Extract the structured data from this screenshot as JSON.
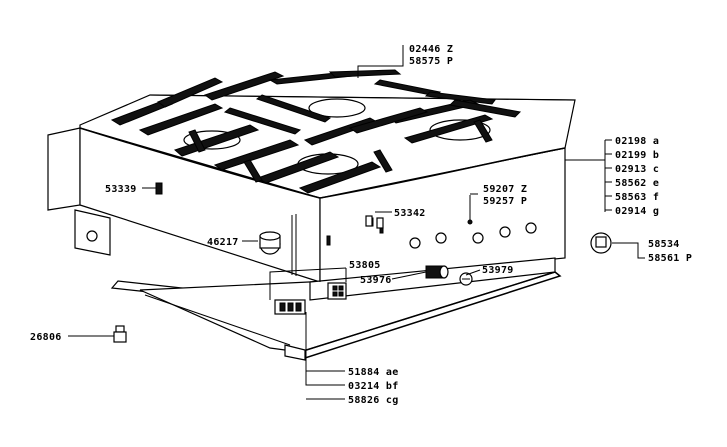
{
  "diagram": {
    "parts": {
      "grates": [
        "02446 Z",
        "58575 P"
      ],
      "side_right": [
        "02198 a",
        "02199 b",
        "02913 c",
        "58562 e",
        "58563 f",
        "02914 g"
      ],
      "side_screw": "53339",
      "clip": "53342",
      "thermo": [
        "59207 Z",
        "59257 P"
      ],
      "knob_cap": "46217",
      "knob": [
        "58534",
        "58561 P"
      ],
      "ignition": "53805",
      "igniter": "53976",
      "valve": "53979",
      "foot": "26806",
      "switch": [
        "51884 ae",
        "03214 bf",
        "58826 cg"
      ]
    }
  }
}
